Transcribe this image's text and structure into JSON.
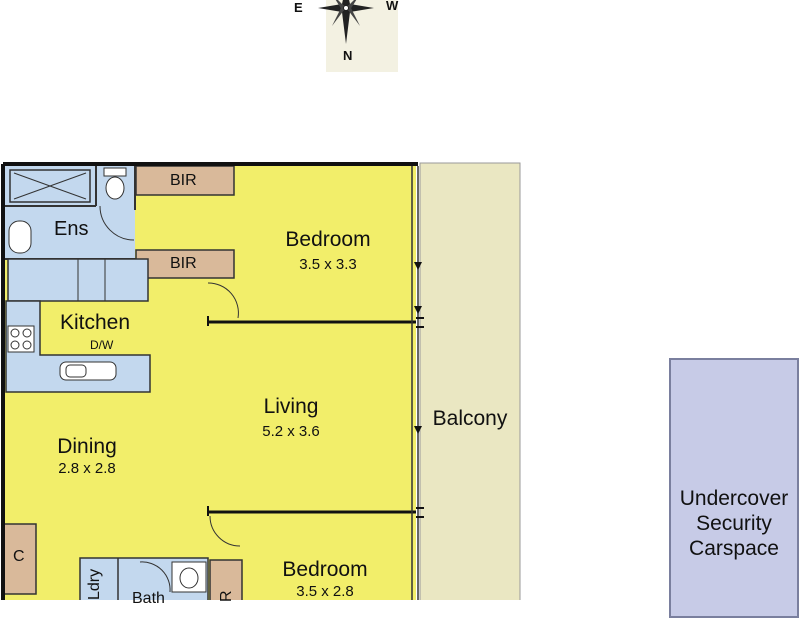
{
  "compass": {
    "labels": {
      "east": "E",
      "west": "W",
      "north": "N"
    }
  },
  "rooms": {
    "ensuite": {
      "label": "Ens"
    },
    "bir_top": {
      "label": "BIR"
    },
    "bir_mid": {
      "label": "BIR"
    },
    "bedroom1": {
      "label": "Bedroom",
      "dimensions": "3.5 x 3.3"
    },
    "kitchen": {
      "label": "Kitchen",
      "appliance": "D/W"
    },
    "living": {
      "label": "Living",
      "dimensions": "5.2 x 3.6"
    },
    "dining": {
      "label": "Dining",
      "dimensions": "2.8 x 2.8"
    },
    "balcony": {
      "label": "Balcony"
    },
    "bedroom2": {
      "label": "Bedroom",
      "dimensions": "3.5 x 2.8"
    },
    "cupboard": {
      "label": "C"
    },
    "laundry": {
      "label": "Ldry"
    },
    "bath": {
      "label": "Bath"
    },
    "robe_bottom": {
      "label": "R"
    }
  },
  "carspace": {
    "lines": [
      "Undercover",
      "Security",
      "Carspace"
    ]
  },
  "colors": {
    "floor": "#f2ee6a",
    "wet_area": "#c3d8ee",
    "robe": "#d9b99a",
    "balcony": "#eae7c2",
    "carspace": "#c7cbe7",
    "wall": "#111111"
  }
}
